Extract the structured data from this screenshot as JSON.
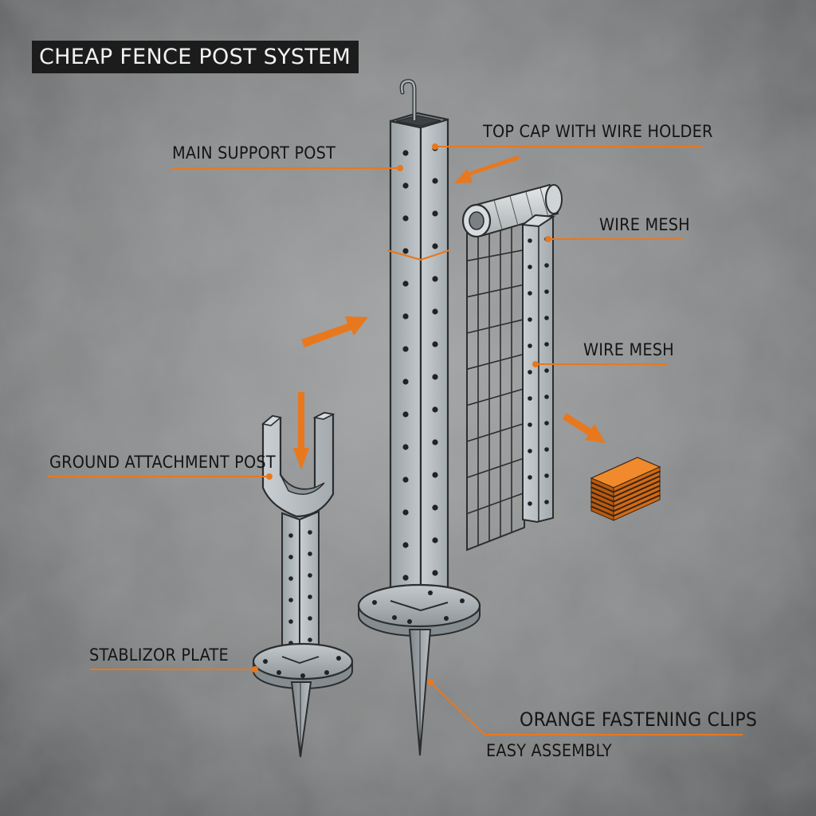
{
  "title": "CHEAP FENCE POST SYSTEM",
  "labels": {
    "main_support_post": "MAIN SUPPORT POST",
    "top_cap": "TOP CAP WITH WIRE HOLDER",
    "wire_mesh_1": "WIRE MESH",
    "wire_mesh_2": "WIRE MESH",
    "ground_attachment_post": "GROUND ATTACHMENT POST",
    "stabilizer_plate": "STABLIZOR PLATE",
    "orange_fastening_clips": "ORANGE FASTENING CLIPS",
    "easy_assembly": "EASY ASSEMBLY"
  },
  "colors": {
    "accent": "#e8781e",
    "background": "#7d7f80",
    "metal": "#b5bcc0",
    "metal_dark": "#8d9498",
    "text": "#151515"
  }
}
